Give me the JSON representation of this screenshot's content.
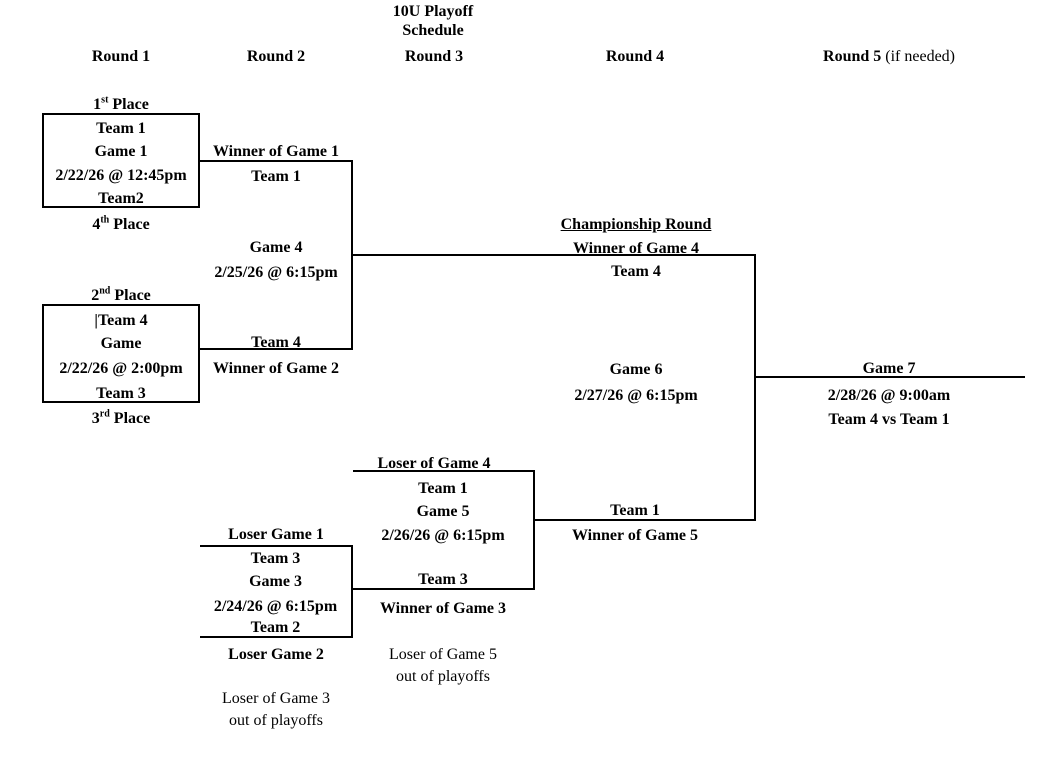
{
  "title": {
    "line1": "10U Playoff",
    "line2": "Schedule"
  },
  "rounds": {
    "r1": "Round 1",
    "r2": "Round 2",
    "r3": "Round 3",
    "r4": "Round 4",
    "r5": "Round 5",
    "r5_suffix": " (if needed)"
  },
  "seeds": {
    "first": {
      "num": "1",
      "sup": "st",
      "rest": " Place"
    },
    "second": {
      "num": "2",
      "sup": "nd",
      "rest": " Place"
    },
    "third": {
      "num": "3",
      "sup": "rd",
      "rest": " Place"
    },
    "fourth": {
      "num": "4",
      "sup": "th",
      "rest": " Place"
    }
  },
  "game1": {
    "team_top": "Team 1",
    "name": "Game 1",
    "datetime": "2/22/26 @ 12:45pm",
    "team_bottom": "Team2"
  },
  "game2": {
    "team_top": "|Team 4",
    "name": "Game",
    "datetime": "2/22/26 @ 2:00pm",
    "team_bottom": "Team 3"
  },
  "game4": {
    "feeder_top": "Winner of Game 1",
    "team_top": "Team 1",
    "name": "Game 4",
    "datetime": "2/25/26 @ 6:15pm",
    "team_bottom": "Team 4",
    "feeder_bottom": "Winner of Game 2"
  },
  "game3": {
    "feeder_top": "Loser Game 1",
    "team_top": "Team 3",
    "name": "Game 3",
    "datetime": "2/24/26 @ 6:15pm",
    "team_bottom": "Team 2",
    "feeder_bottom": "Loser Game 2"
  },
  "game5": {
    "feeder_top": "Loser of Game 4",
    "team_top": "Team 1",
    "name": "Game 5",
    "datetime": "2/26/26 @ 6:15pm",
    "team_bottom": "Team 3",
    "feeder_bottom": "Winner of Game 3"
  },
  "championship": {
    "heading": "Championship Round",
    "winner_g4": "Winner of Game 4",
    "team_top": "Team 4",
    "game6_name": "Game 6",
    "game6_datetime": "2/27/26 @ 6:15pm",
    "team_bottom": "Team 1",
    "winner_g5": "Winner of Game 5"
  },
  "game7": {
    "name": "Game 7",
    "datetime": "2/28/26 @ 9:00am",
    "matchup": "Team 4 vs Team 1"
  },
  "eliminations": {
    "g3_line1": "Loser of Game 3",
    "g3_line2": "out of playoffs",
    "g5_line1": "Loser of Game 5",
    "g5_line2": "out of playoffs"
  }
}
